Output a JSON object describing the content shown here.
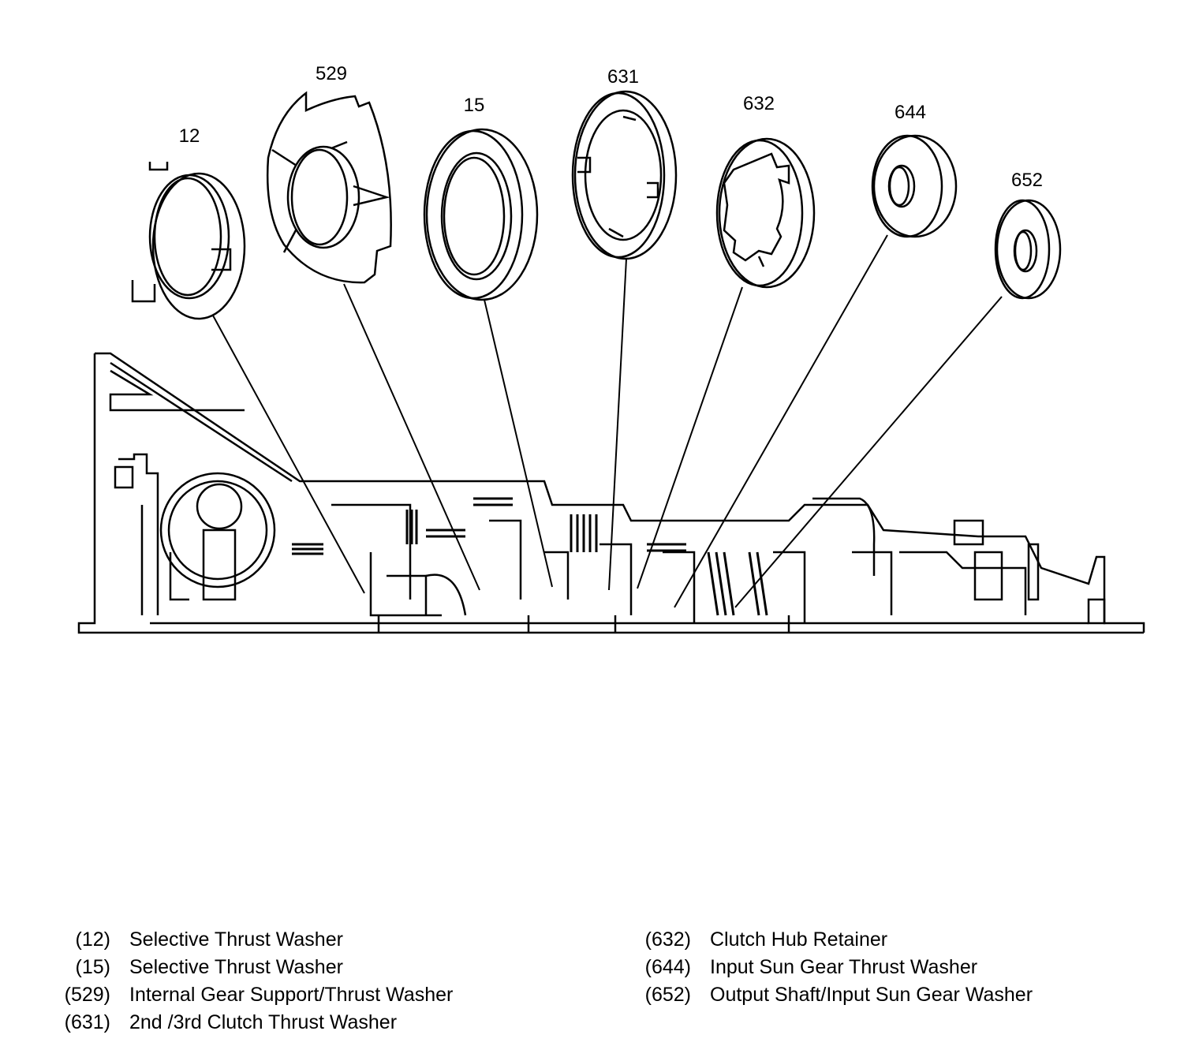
{
  "parts": [
    {
      "id": "12",
      "label": "12"
    },
    {
      "id": "529",
      "label": "529"
    },
    {
      "id": "15",
      "label": "15"
    },
    {
      "id": "631",
      "label": "631"
    },
    {
      "id": "632",
      "label": "632"
    },
    {
      "id": "644",
      "label": "644"
    },
    {
      "id": "652",
      "label": "652"
    }
  ],
  "legend": {
    "left": [
      {
        "num": "(12)",
        "desc": "Selective Thrust Washer"
      },
      {
        "num": "(15)",
        "desc": "Selective Thrust Washer"
      },
      {
        "num": "(529)",
        "desc": "Internal Gear Support/Thrust Washer"
      },
      {
        "num": "(631)",
        "desc": "2nd /3rd Clutch Thrust Washer"
      }
    ],
    "right": [
      {
        "num": "(632)",
        "desc": "Clutch Hub Retainer"
      },
      {
        "num": "(644)",
        "desc": "Input Sun Gear Thrust Washer"
      },
      {
        "num": "(652)",
        "desc": "Output Shaft/Input Sun Gear Washer"
      }
    ]
  }
}
